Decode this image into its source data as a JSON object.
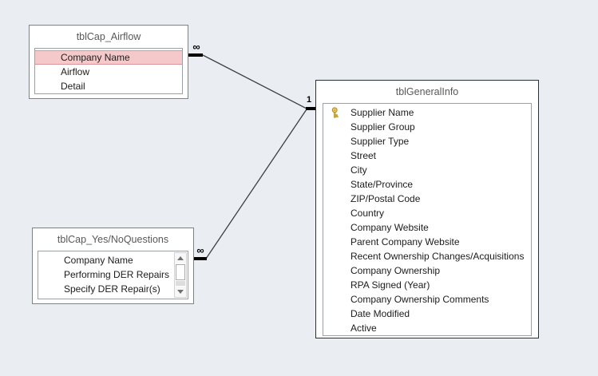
{
  "diagram": {
    "background_color": "#eaedf1",
    "tables": [
      {
        "title": "tblCap_Airflow",
        "selected_field": "Company Name",
        "fields": [
          {
            "label": "Company Name"
          },
          {
            "label": "Airflow"
          },
          {
            "label": "Detail"
          }
        ]
      },
      {
        "title": "tblCap_Yes/NoQuestions",
        "fields": [
          {
            "label": "Company Name"
          },
          {
            "label": "Performing DER Repairs"
          },
          {
            "label": "Specify DER Repair(s)"
          }
        ]
      },
      {
        "title": "tblGeneralInfo",
        "primary_key_field": "Supplier Name",
        "fields": [
          {
            "label": "Supplier Name"
          },
          {
            "label": "Supplier Group"
          },
          {
            "label": "Supplier Type"
          },
          {
            "label": "Street"
          },
          {
            "label": "City"
          },
          {
            "label": "State/Province"
          },
          {
            "label": "ZIP/Postal Code"
          },
          {
            "label": "Country"
          },
          {
            "label": "Company Website"
          },
          {
            "label": "Parent Company Website"
          },
          {
            "label": "Recent Ownership Changes/Acquisitions"
          },
          {
            "label": "Company Ownership"
          },
          {
            "label": "RPA Signed (Year)"
          },
          {
            "label": "Company Ownership Comments"
          },
          {
            "label": "Date Modified"
          },
          {
            "label": "Active"
          }
        ]
      }
    ],
    "relationships": [
      {
        "from_table": "tblCap_Airflow",
        "to_table": "tblGeneralInfo",
        "many_symbol": "∞",
        "one_symbol": "1"
      },
      {
        "from_table": "tblCap_Yes/NoQuestions",
        "to_table": "tblGeneralInfo",
        "many_symbol": "∞",
        "one_symbol": "1"
      }
    ],
    "colors": {
      "selected_row_bg": "#f5c8c9",
      "selected_row_border": "#d9969a",
      "key_icon_gold": "#d8b63a",
      "line_color": "#3f3f3f",
      "table_border": "#7d8287",
      "table_border_dark": "#28323a"
    }
  }
}
